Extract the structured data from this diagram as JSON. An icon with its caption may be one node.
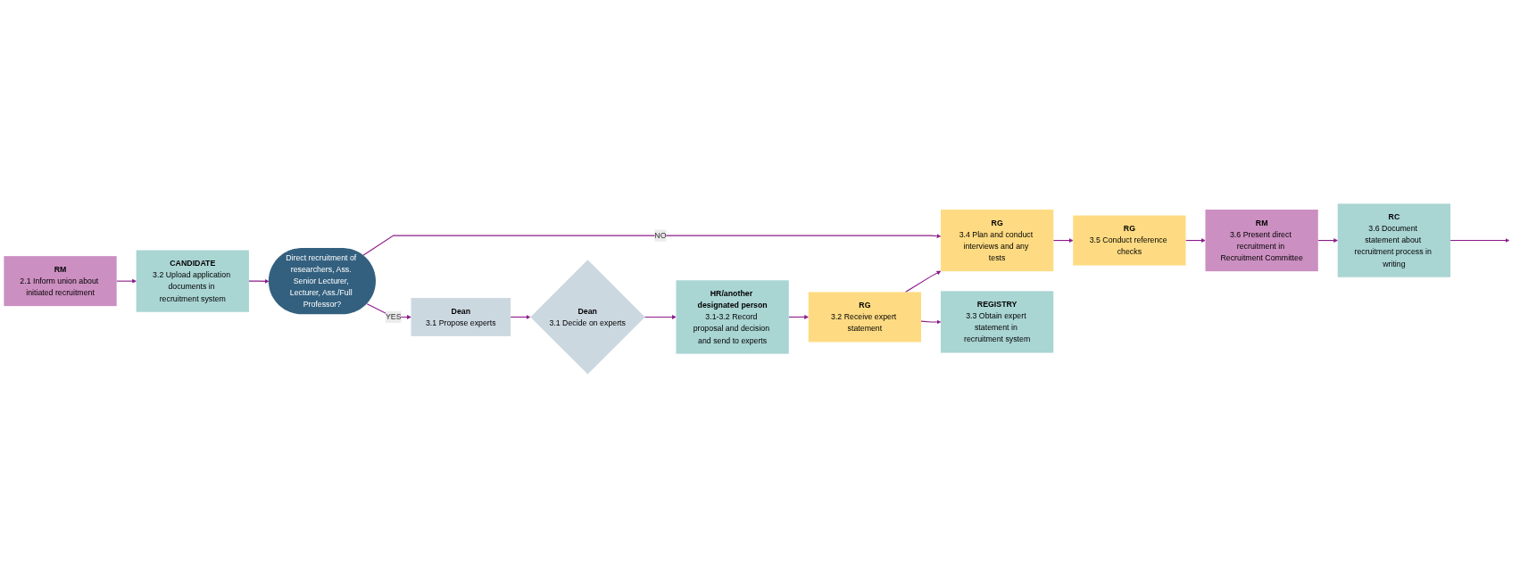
{
  "diagram": {
    "nodes": [
      {
        "text": [
          "RM",
          "2.1 Inform union about initiated recruitment"
        ]
      },
      {
        "text": [
          "CANDIDATE",
          "3.2 Upload application documents in recruitment system"
        ]
      },
      {
        "text": [
          "Direct recruitment of researchers, Ass. Senior Lecturer, Lecturer, Ass./Full Professor?"
        ]
      },
      {
        "text": [
          "RG",
          "3.4 Plan and conduct interviews and any tests"
        ]
      },
      {
        "text": [
          "RG",
          "3.5 Conduct reference checks"
        ]
      },
      {
        "text": [
          "RM",
          "3.6 Present direct recruitment in Recruitment Committee"
        ]
      },
      {
        "text": [
          "RC",
          "3.6 Document statement about recruitment process in writing"
        ]
      },
      {
        "text": [
          "Dean",
          "3.1 Propose experts"
        ]
      },
      {
        "text": [
          "RG",
          "3.2 Receive expert statement"
        ]
      },
      {
        "text": [
          "REGISTRY",
          "3.3 Obtain expert statement in recruitment system"
        ]
      },
      {
        "text": [
          "Dean",
          "3.1 Decide on experts"
        ]
      },
      {
        "text": [
          "HR/another designated person",
          "3.1-3.2 Record proposal and decision and send to experts"
        ]
      }
    ],
    "edges": [
      {
        "from": 0,
        "to": 1,
        "arrow": "to"
      },
      {
        "from": 1,
        "to": 2,
        "arrow": "to"
      },
      {
        "from": 2,
        "to": 3,
        "arrow": "to",
        "label": "NO"
      },
      {
        "from": 3,
        "to": 4,
        "arrow": "to"
      },
      {
        "from": 4,
        "to": 5,
        "arrow": "to"
      },
      {
        "from": 5,
        "to": 6,
        "arrow": "to"
      },
      {
        "from": 6,
        "to": null,
        "arrow": "to"
      },
      {
        "from": 2,
        "to": 7,
        "arrow": "to",
        "label": "YES"
      },
      {
        "from": 7,
        "to": 10,
        "arrow": "to"
      },
      {
        "from": 10,
        "to": 11,
        "arrow": "to"
      },
      {
        "from": 11,
        "to": 8,
        "arrow": "to"
      },
      {
        "from": 8,
        "to": 3,
        "arrow": "to"
      },
      {
        "from": 8,
        "to": 9,
        "arrow": "to"
      }
    ]
  }
}
